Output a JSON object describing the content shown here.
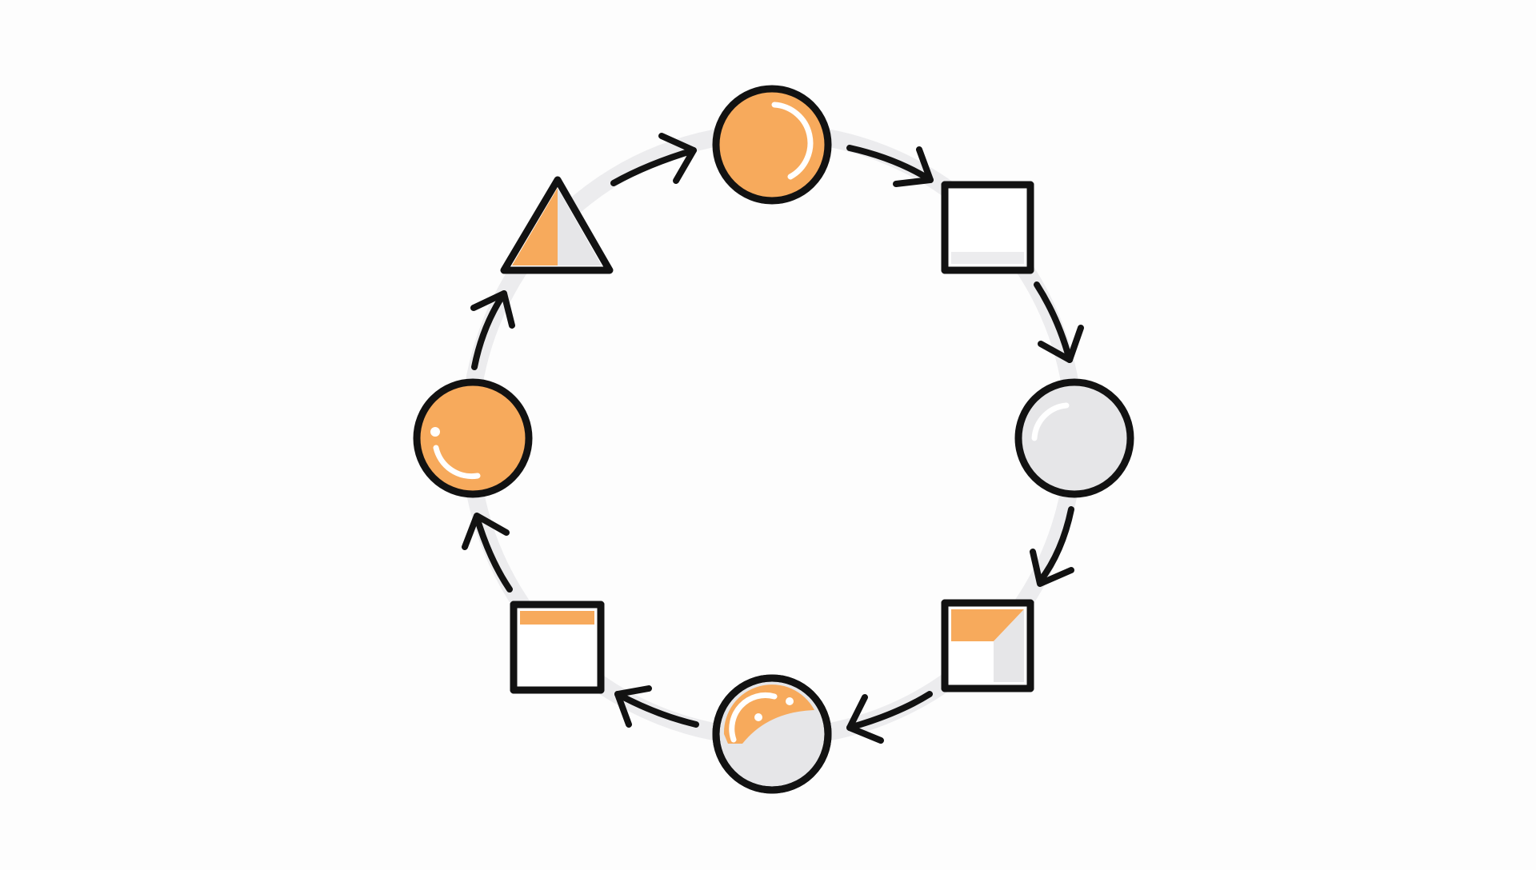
{
  "diagram": {
    "kind": "cycle",
    "direction": "clockwise",
    "colors": {
      "accent": "#f7aa5c",
      "neutral": "#e6e6e8",
      "outline": "#121212",
      "ring": "#ececee",
      "background": "#fdfdfd"
    },
    "nodes": [
      {
        "name": "node-top-circle",
        "shape": "circle",
        "fill_state": "orange-full"
      },
      {
        "name": "node-upper-right-square",
        "shape": "square",
        "fill_state": "empty"
      },
      {
        "name": "node-right-circle",
        "shape": "circle",
        "fill_state": "gray-full"
      },
      {
        "name": "node-lower-right-square",
        "shape": "square",
        "fill_state": "orange-partial"
      },
      {
        "name": "node-bottom-circle",
        "shape": "circle",
        "fill_state": "orange-sliver"
      },
      {
        "name": "node-lower-left-square",
        "shape": "square",
        "fill_state": "orange-top-strip"
      },
      {
        "name": "node-left-circle",
        "shape": "circle",
        "fill_state": "orange-full"
      },
      {
        "name": "node-upper-left-triangle",
        "shape": "triangle",
        "fill_state": "orange-half"
      }
    ],
    "arrows": 8
  }
}
